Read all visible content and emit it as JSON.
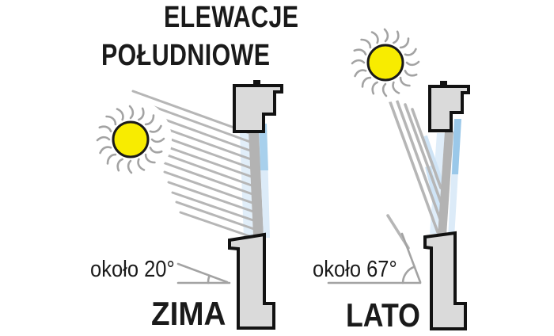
{
  "title": {
    "line1": "ELEWACJE",
    "line2": "POŁUDNIOWE"
  },
  "panels": [
    {
      "season_label": "ZIMA",
      "angle_label": "około 20°",
      "angle_deg": 20
    },
    {
      "season_label": "LATO",
      "angle_label": "około 67°",
      "angle_deg": 67
    }
  ],
  "icons": {
    "sun": "sun-icon"
  },
  "colors": {
    "background": "#ffffff",
    "text": "#1a1a1a",
    "sun": "#f8ec00",
    "sun_outline": "#1a1a1a",
    "ray": "#a3a3a3",
    "beam": "#b6b6b6",
    "structure_fill": "#dadada",
    "structure_outline": "#121212",
    "window_bar": "#b3b3b3",
    "glass_blue": "#7db9e2",
    "glass_blue_pale": "#dcebf8",
    "angle_line": "#a3a3a3"
  }
}
